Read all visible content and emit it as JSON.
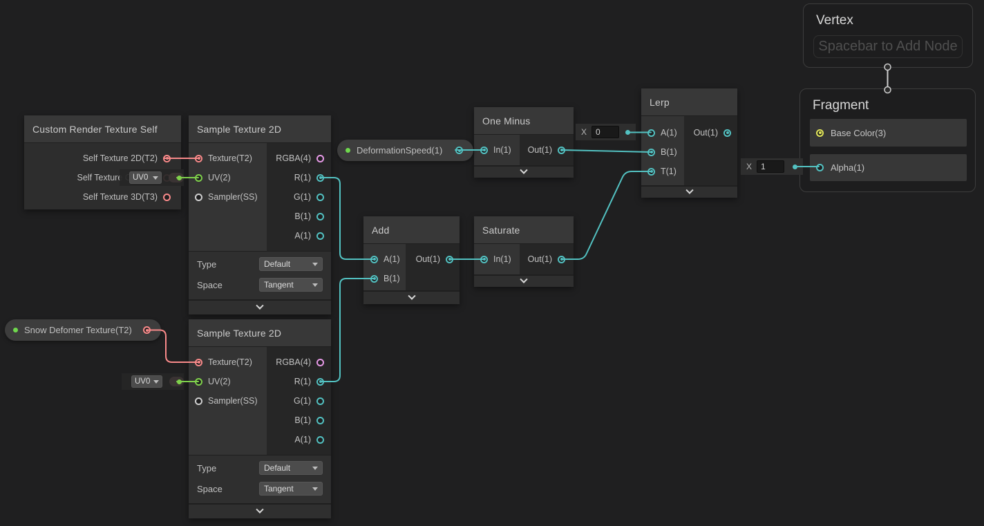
{
  "colors": {
    "background": "#1f1f20",
    "float": "#53c2c2",
    "vector2": "#7fd14b",
    "vector3": "#e2e65a",
    "vector4": "#e79ae7",
    "texture2d": "#f98a8a",
    "sampler": "#d0d0d0",
    "property_dot": "#6fd84d",
    "gradient_mid": "#cde88a",
    "gradient_end": "#8f9a52",
    "connector": "#cfcfcf",
    "connector_fill": "#2b2b2b"
  },
  "nodes": {
    "custom": {
      "title": "Custom Render Texture Self",
      "outputs": [
        {
          "label": "Self Texture 2D(T2)",
          "connected": true
        },
        {
          "label": "Self Texture Cube(C)",
          "connected": false
        },
        {
          "label": "Self Texture 3D(T3)",
          "connected": false
        }
      ]
    },
    "sample1": {
      "title": "Sample Texture 2D",
      "inputs": [
        {
          "label": "Texture(T2)"
        },
        {
          "label": "UV(2)"
        },
        {
          "label": "Sampler(SS)"
        }
      ],
      "outputs": [
        {
          "label": "RGBA(4)"
        },
        {
          "label": "R(1)"
        },
        {
          "label": "G(1)"
        },
        {
          "label": "B(1)"
        },
        {
          "label": "A(1)"
        }
      ],
      "type_label": "Type",
      "type_value": "Default",
      "space_label": "Space",
      "space_value": "Tangent"
    },
    "sample2": {
      "title": "Sample Texture 2D",
      "inputs": [
        {
          "label": "Texture(T2)"
        },
        {
          "label": "UV(2)"
        },
        {
          "label": "Sampler(SS)"
        }
      ],
      "outputs": [
        {
          "label": "RGBA(4)"
        },
        {
          "label": "R(1)"
        },
        {
          "label": "G(1)"
        },
        {
          "label": "B(1)"
        },
        {
          "label": "A(1)"
        }
      ],
      "type_label": "Type",
      "type_value": "Default",
      "space_label": "Space",
      "space_value": "Tangent"
    },
    "oneminus": {
      "title": "One Minus",
      "in": "In(1)",
      "out": "Out(1)"
    },
    "add": {
      "title": "Add",
      "a": "A(1)",
      "b": "B(1)",
      "out": "Out(1)"
    },
    "saturate": {
      "title": "Saturate",
      "in": "In(1)",
      "out": "Out(1)"
    },
    "lerp": {
      "title": "Lerp",
      "a": "A(1)",
      "b": "B(1)",
      "t": "T(1)",
      "out": "Out(1)"
    },
    "vertex": {
      "title": "Vertex",
      "placeholder": "Spacebar to Add Node"
    },
    "fragment": {
      "title": "Fragment",
      "base_color": "Base Color(3)",
      "alpha": "Alpha(1)"
    }
  },
  "pills": {
    "deformation_speed": {
      "label": "DeformationSpeed(1)"
    },
    "snow_deformer": {
      "label": "Snow Defomer Texture(T2)"
    }
  },
  "widgets": {
    "uv0_a": {
      "value": "UV0"
    },
    "uv0_b": {
      "value": "UV0"
    },
    "x0": {
      "label": "X",
      "value": "0"
    },
    "x1": {
      "label": "X",
      "value": "1"
    }
  },
  "edges": [
    {
      "from": "custom.self-texture-2d",
      "to": "sample1.texture",
      "type": "texture2d"
    },
    {
      "from": "uv0-widget-a",
      "to": "sample1.uv",
      "type": "vector2"
    },
    {
      "from": "snow-deformer-pill",
      "to": "sample2.texture",
      "type": "texture2d"
    },
    {
      "from": "uv0-widget-b",
      "to": "sample2.uv",
      "type": "vector2"
    },
    {
      "from": "sample1.r",
      "to": "add.a",
      "type": "float"
    },
    {
      "from": "sample2.r",
      "to": "add.b",
      "type": "float"
    },
    {
      "from": "add.out",
      "to": "saturate.in",
      "type": "float"
    },
    {
      "from": "deformation-speed-pill",
      "to": "oneminus.in",
      "type": "float"
    },
    {
      "from": "oneminus.out",
      "to": "lerp.b",
      "type": "float"
    },
    {
      "from": "saturate.out",
      "to": "lerp.t",
      "type": "float"
    },
    {
      "from": "x0-widget",
      "to": "lerp.a",
      "type": "float"
    },
    {
      "from": "lerp.out",
      "to": "fragment.base-color",
      "type": "float-to-vector3-gradient"
    },
    {
      "from": "x1-widget",
      "to": "fragment.alpha",
      "type": "float"
    },
    {
      "from": "vertex-block",
      "to": "fragment-block",
      "type": "stack-connector"
    }
  ]
}
